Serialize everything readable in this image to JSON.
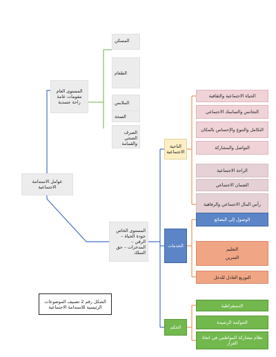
{
  "root": {
    "line1": "عوامل الاستدامة",
    "line2": "الاجتماعية"
  },
  "general_level": {
    "line1": "المستوى العام",
    "line2": "مقومات عامة",
    "line3": "راحة جسدية"
  },
  "general_items": {
    "housing": "المسكن",
    "food": "الطعام",
    "clothing": "الملابس",
    "health": "الصحة",
    "sanitation": {
      "line1": "الصرف",
      "line2": "الصحي",
      "line3": "والقمامة"
    }
  },
  "special_level": {
    "line1": "المستوى الخاص",
    "line2": "جودة الحياة –",
    "line3": "الرقي –",
    "line4": "المدخرات – حق",
    "line5": "التملك"
  },
  "social": {
    "label": {
      "line1": "الناحية",
      "line2": "الاجتماعية"
    },
    "items": [
      "الحياة الاجتماعية والثقافية",
      "التجانس والتماسك الاجتماعي",
      "التكامل والتنوع والإحساس بالمكان",
      "التواصل والمشاركة",
      "الراحة الاجتماعية",
      "الضمان الاجتماعي",
      "رأس المال الاجتماعي والرفاهية"
    ]
  },
  "services": {
    "label": "الخدمات",
    "access": "الوصول إلى البضائع",
    "education": "التعليم",
    "training": "التمرين",
    "income": "التوزيع العادل للدخل"
  },
  "governance": {
    "label": "الحكم",
    "items": [
      "الديمقراطية",
      "الحوكمة الرشيدة",
      "نظام مشاركة المواطنين في اتخاذ القرار"
    ]
  },
  "caption": {
    "line1": "الشكل رقم 2 تصنيف الموضوعات",
    "line2": "الرئيسية للاستدامة الاجتماعية"
  },
  "colors": {
    "blue_line": "#4472c4",
    "green_line": "#70ad47",
    "orange_line": "#ed7d31",
    "green_box": "#72b84d",
    "blue_box": "#5b85c7"
  }
}
